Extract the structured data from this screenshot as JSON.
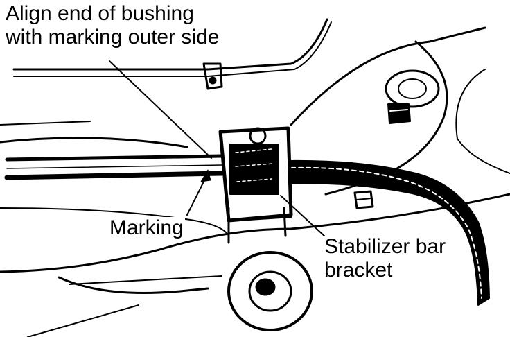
{
  "callouts": {
    "align_line1": "Align end of bushing",
    "align_line2": "with marking outer side",
    "marking": "Marking",
    "bracket_line1": "Stabilizer bar",
    "bracket_line2": "bracket"
  },
  "colors": {
    "ink": "#000000",
    "paper": "#ffffff"
  }
}
